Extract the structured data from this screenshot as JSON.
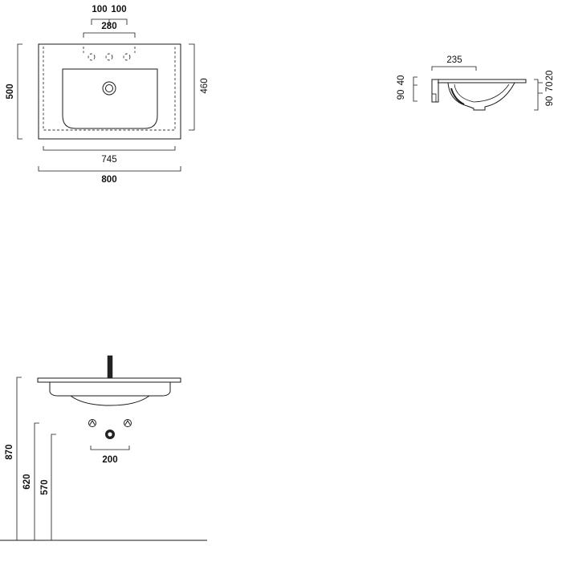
{
  "top_view": {
    "dims": {
      "tap_left": "100",
      "tap_right": "100",
      "tap_span": "280",
      "depth": "500",
      "inner_depth": "460",
      "inner_width": "745",
      "width": "800"
    }
  },
  "side_view": {
    "dims": {
      "overhang": "235",
      "left_a": "90",
      "left_b": "40",
      "right_a": "90",
      "right_b": "70",
      "right_c": "20"
    }
  },
  "front_view": {
    "dims": {
      "height_top": "870",
      "height_mid": "620",
      "height_low": "570",
      "valve_span": "200"
    }
  }
}
